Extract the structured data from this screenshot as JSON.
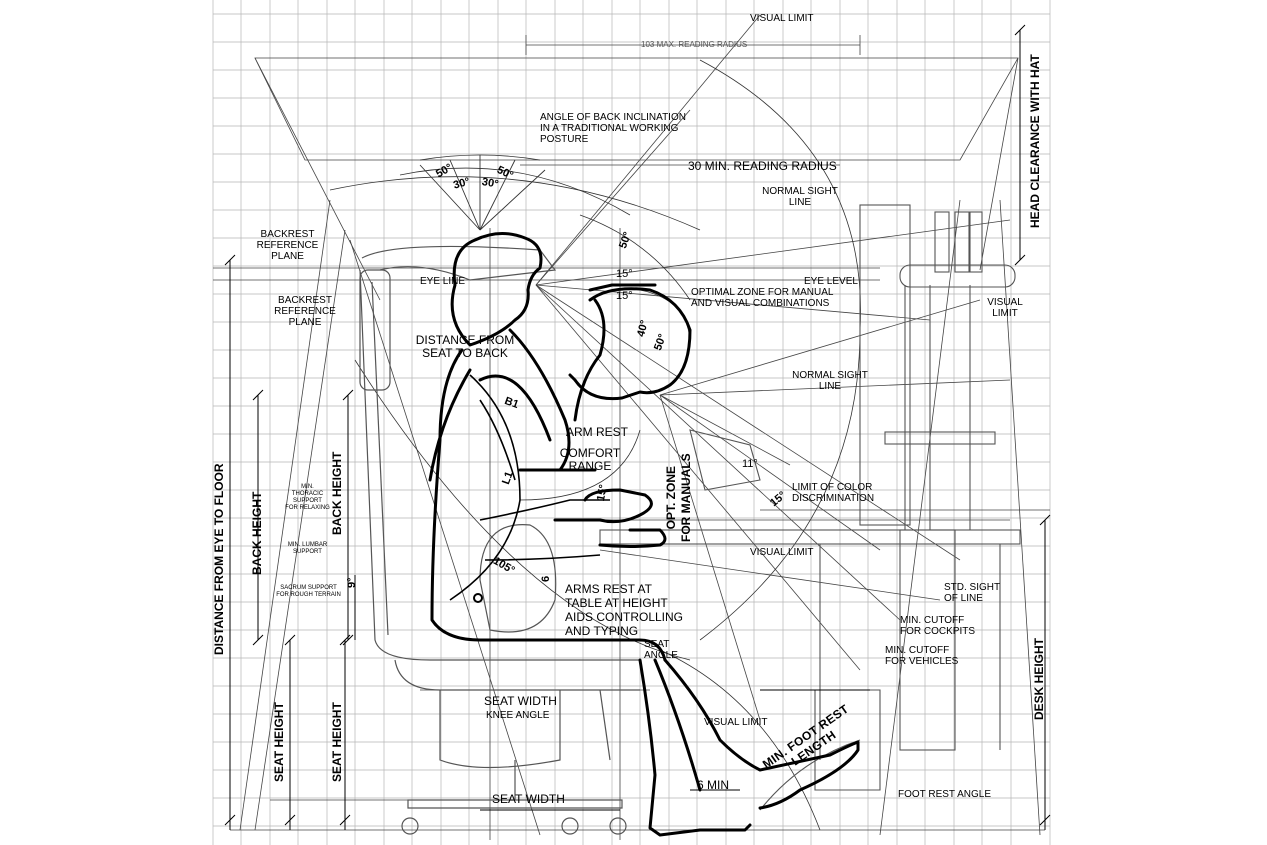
{
  "labels": {
    "visual_limit_top": "VISUAL LIMIT",
    "max_reading_radius": "103 MAX. READING RADIUS",
    "angle_of_back": "ANGLE OF BACK INCLINATION\nIN A TRADITIONAL WORKING\nPOSTURE",
    "min_reading_radius": "30 MIN. READING RADIUS",
    "normal_sight_line_top": "NORMAL SIGHT\nLINE",
    "backrest_ref_1": "BACKREST\nREFERENCE\nPLANE",
    "backrest_ref_2": "BACKREST\nREFERENCE\nPLANE",
    "eye_line": "EYE LINE",
    "eye_level": "EYE LEVEL",
    "optimal_zone": "OPTIMAL ZONE FOR MANUAL\nAND VISUAL COMBINATIONS",
    "visual_limit_right": "VISUAL\nLIMIT",
    "distance_seat_back": "DISTANCE FROM\nSEAT TO BACK",
    "normal_sight_line_mid": "NORMAL SIGHT\nLINE",
    "arm_rest": "ARM REST",
    "comfort_range": "COMFORT\nRANGE",
    "limit_color": "LIMIT OF COLOR\nDISCRIMINATION",
    "thoracic": "MIN.\nTHORACIC\nSUPPORT\nFOR RELAXING",
    "lumbar": "MIN. LUMBAR\nSUPPORT",
    "sacrum": "SACRUM SUPPORT\nFOR ROUGH TERRAIN",
    "visual_limit_mid": "VISUAL LIMIT",
    "arms_rest_table": "ARMS REST AT\nTABLE AT HEIGHT\nAIDS CONTROLLING\nAND TYPING",
    "std_sight": "STD. SIGHT\nOF LINE",
    "cutoff_cockpits": "MIN. CUTOFF\nFOR COCKPITS",
    "seat_angle": "SEAT\nANGLE",
    "cutoff_vehicles": "MIN. CUTOFF\nFOR VEHICLES",
    "seat_width_1": "SEAT WIDTH",
    "knee_angle": "KNEE ANGLE",
    "visual_limit_low": "VISUAL LIMIT",
    "six_min": "6 MIN",
    "seat_width_2": "SEAT WIDTH",
    "foot_rest_angle": "FOOT REST ANGLE",
    "min_foot_rest": "MIN. FOOT REST\nLENGTH"
  },
  "vertical_labels": {
    "head_clearance": "HEAD CLEARANCE WITH HAT",
    "distance_eye_floor": "DISTANCE FROM EYE TO FLOOR",
    "back_height_1": "BACK HEIGHT",
    "back_height_2": "BACK HEIGHT",
    "seat_height_1": "SEAT HEIGHT",
    "seat_height_2": "SEAT HEIGHT",
    "desk_height": "DESK HEIGHT",
    "opt_zone": "OPT. ZONE\nFOR MANUALS"
  },
  "angles": {
    "a50_left": "50°",
    "a30_left": "30°",
    "a30_right": "30°",
    "a50_right": "50°",
    "a50_tilt": "50°",
    "a15_a": "15°",
    "a15_b": "15°",
    "a40": "40°",
    "a50_c": "50°",
    "b1": "B1",
    "l1": "L1",
    "a11": "11°",
    "a15_c": "15°",
    "a15_d": "15°",
    "a105": "105°",
    "nine": "9°",
    "six": "6"
  }
}
